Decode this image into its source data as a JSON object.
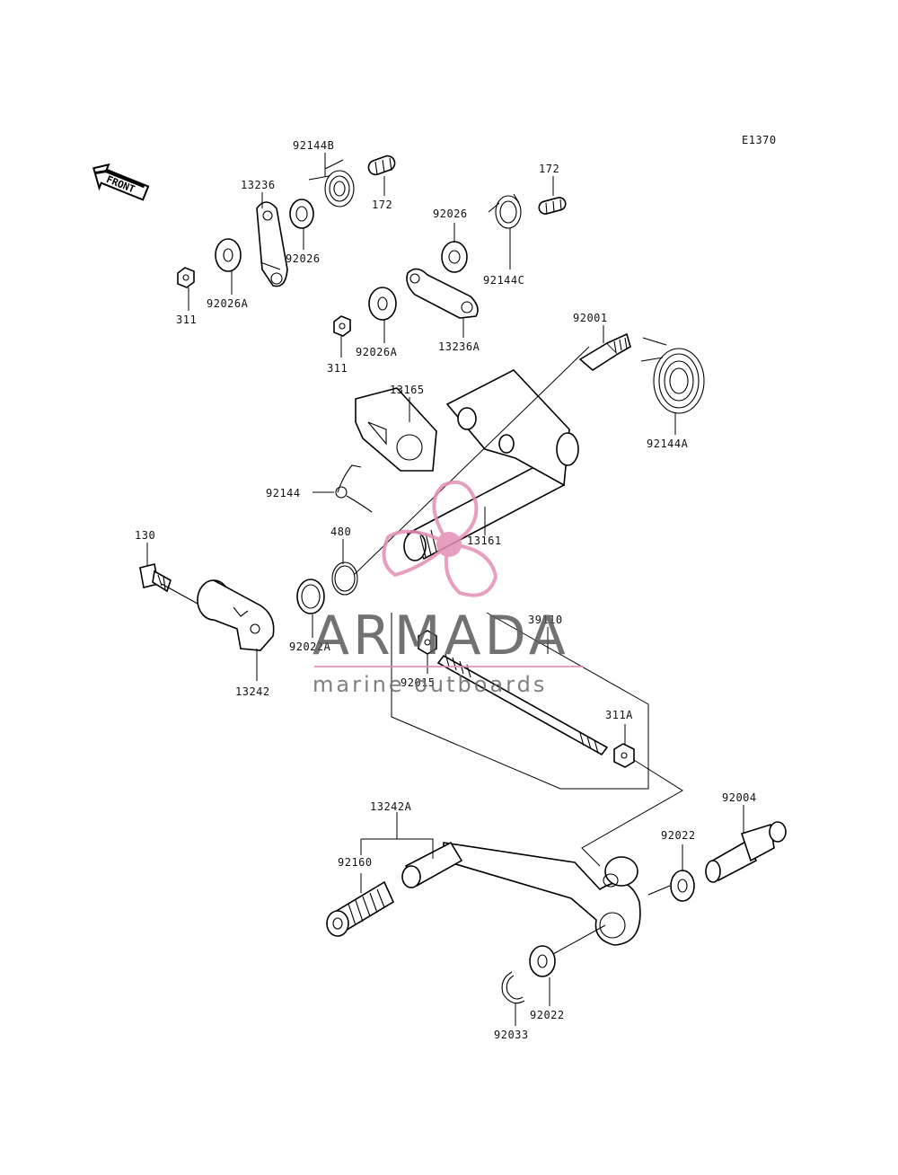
{
  "diagram": {
    "code": "E1370",
    "front_label": "FRONT"
  },
  "watermark": {
    "brand": "ARMADA",
    "tagline": "marine outboards",
    "accent_color": "#e58fb4"
  },
  "callouts": {
    "p92144B": "92144B",
    "p172a": "172",
    "p172b": "172",
    "p13236": "13236",
    "p92026a": "92026",
    "p92026b": "92026",
    "p92026A_a": "92026A",
    "p92026A_b": "92026A",
    "p311a": "311",
    "p311b": "311",
    "p92144C": "92144C",
    "p13236A": "13236A",
    "p92001": "92001",
    "p92144A": "92144A",
    "p13165": "13165",
    "p92144": "92144",
    "p480": "480",
    "p13161": "13161",
    "p130": "130",
    "p92022A": "92022A",
    "p13242": "13242",
    "p39110": "39110",
    "p92015": "92015",
    "p311A": "311A",
    "p13242A": "13242A",
    "p92160": "92160",
    "p92004": "92004",
    "p92022a": "92022",
    "p92022b": "92022",
    "p92033": "92033"
  }
}
